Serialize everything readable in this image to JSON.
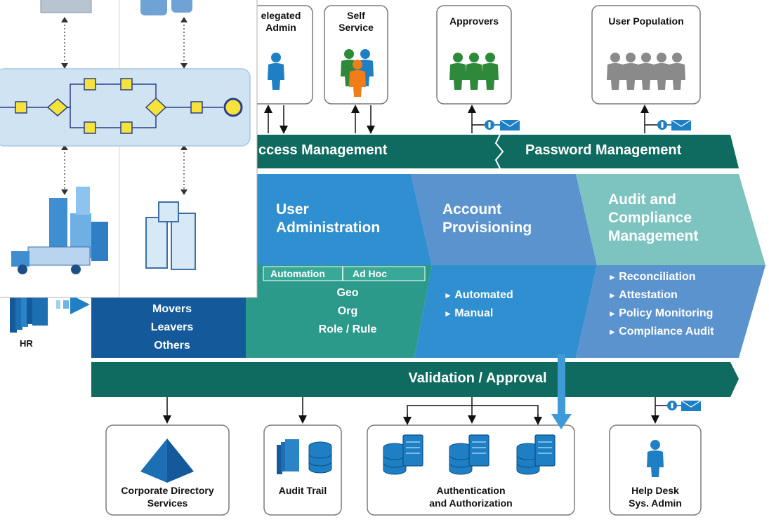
{
  "top_boxes": {
    "delegated_admin": "elegated\nAdmin",
    "self_service": "Self\nService",
    "approvers": "Approvers",
    "user_population": "User Population"
  },
  "bands": {
    "access_management": "ccess Management",
    "password_management": "Password Management",
    "validation_approval": "Validation / Approval"
  },
  "columns": {
    "user_administration": {
      "title": "User\nAdministration",
      "tab_automation": "Automation",
      "tab_ad_hoc": "Ad Hoc",
      "items": [
        "Geo",
        "Org",
        "Role / Rule"
      ]
    },
    "account_provisioning": {
      "title": "Account\nProvisioning",
      "items": [
        "Automated",
        "Manual"
      ]
    },
    "audit_compliance": {
      "title": "Audit and\nCompliance\nManagement",
      "items": [
        "Reconciliation",
        "Attestation",
        "Policy Monitoring",
        "Compliance Audit"
      ]
    },
    "hr_events": {
      "items": [
        "Movers",
        "Leavers",
        "Others"
      ]
    }
  },
  "hr_label": "HR",
  "bottom_boxes": {
    "corporate_directory": "Corporate Directory\nServices",
    "audit_trail": "Audit Trail",
    "auth": "Authentication\nand Authorization",
    "help_desk": "Help Desk\nSys. Admin"
  },
  "colors": {
    "teal_dark": "#0f6b5f",
    "blue_dark": "#14599a",
    "blue_mid": "#2f8fd0",
    "blue_soft": "#5b93cf",
    "teal_light": "#7dc3c0",
    "teal_mid": "#2b9a8a",
    "panel_blue": "#cfe3f3"
  }
}
